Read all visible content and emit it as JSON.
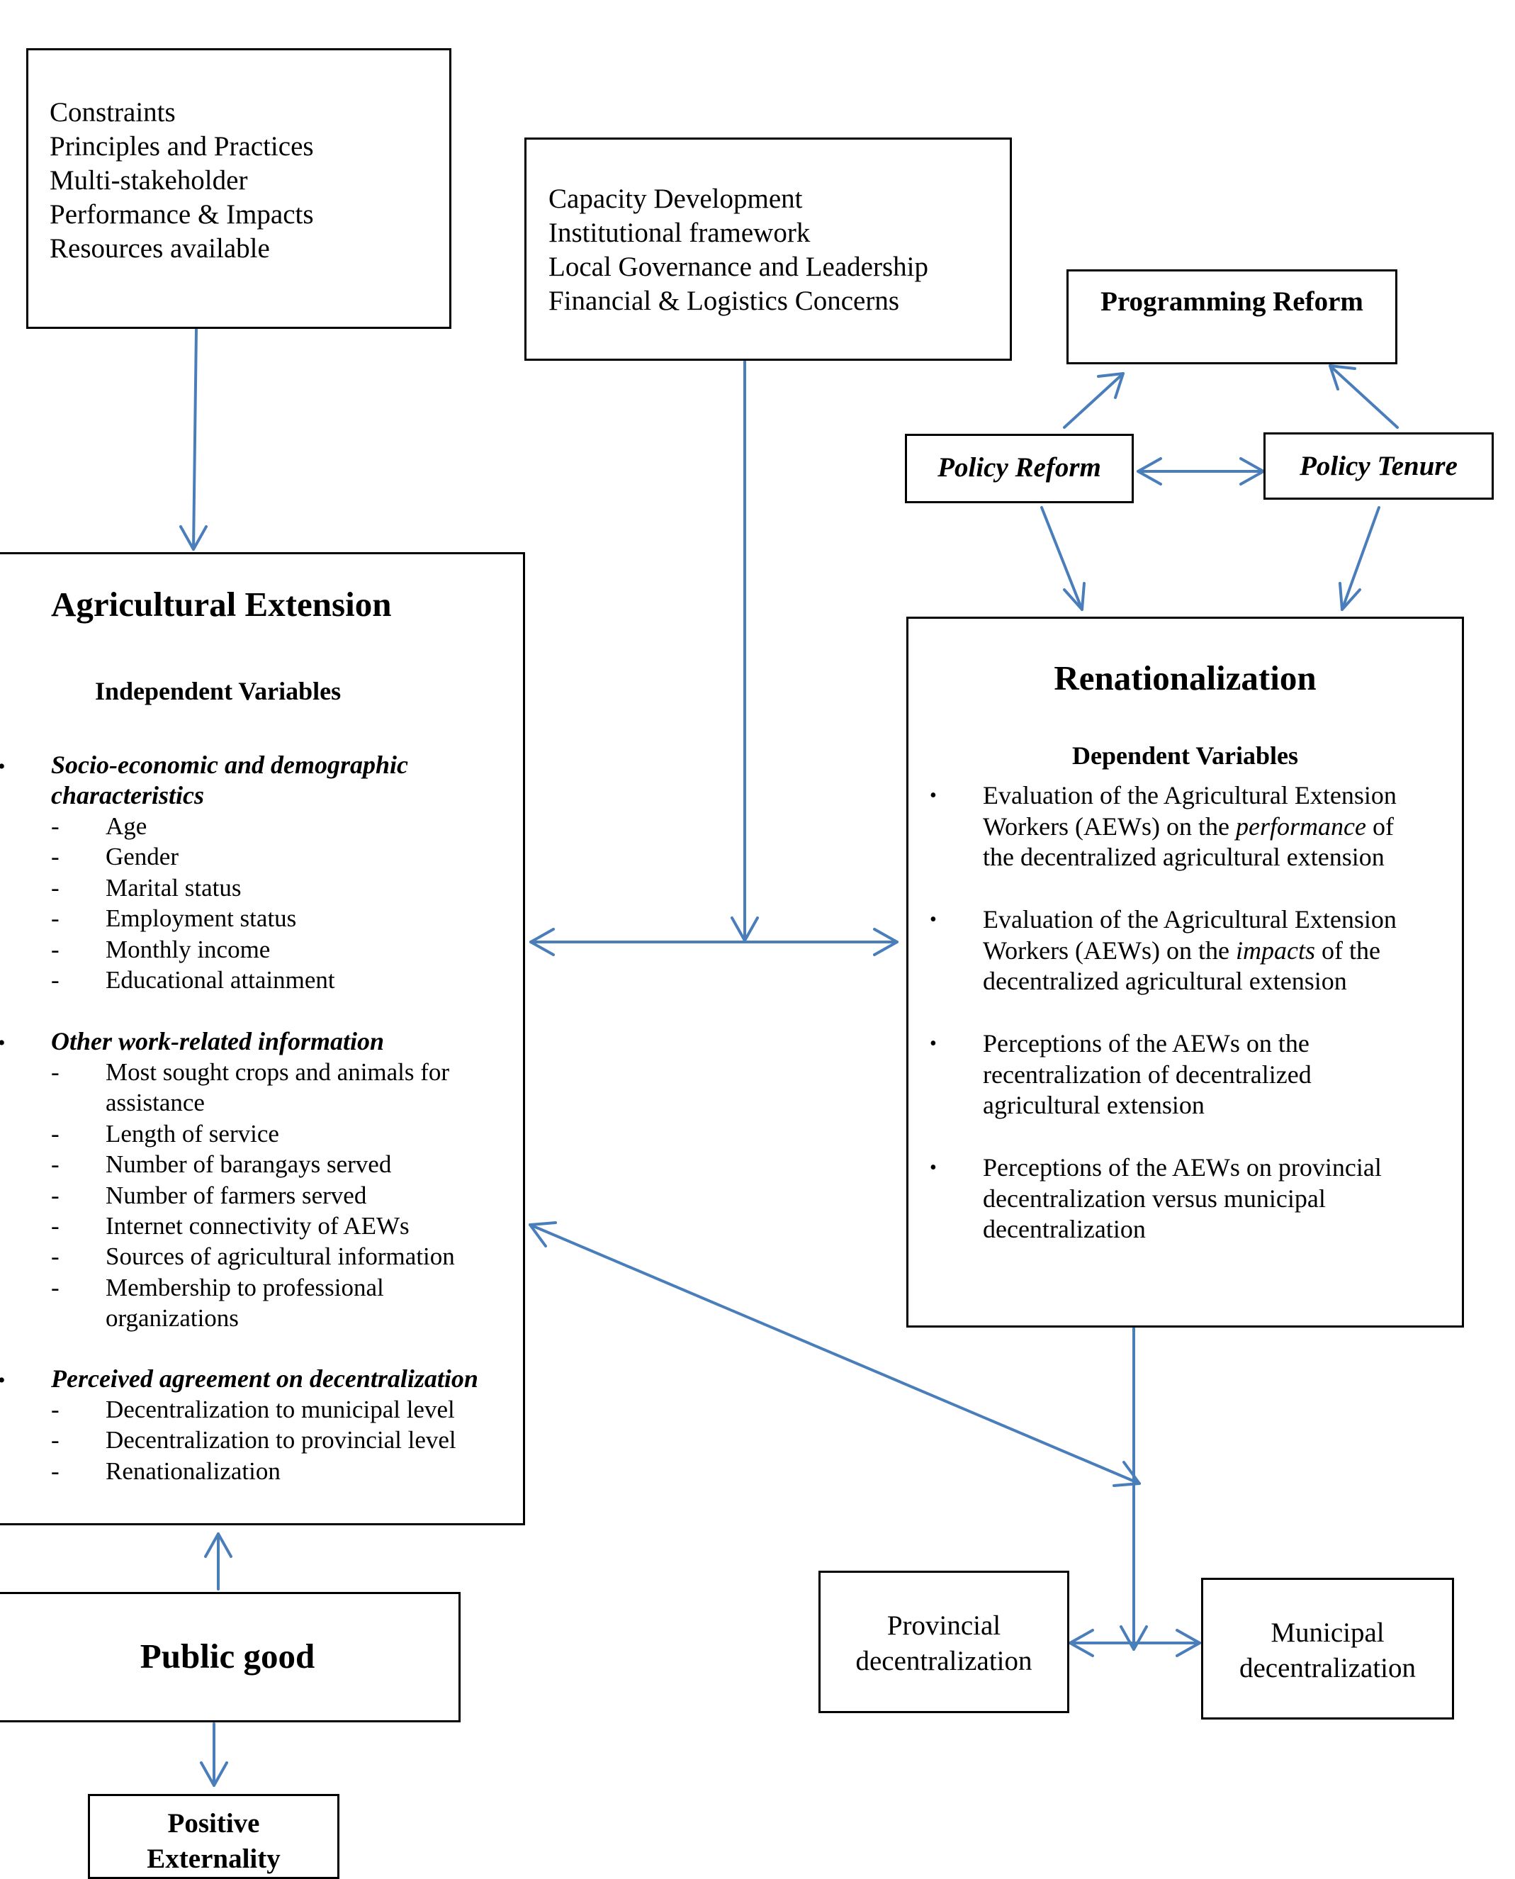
{
  "constraints_box": {
    "lines": [
      "Constraints",
      "Principles and Practices",
      "Multi-stakeholder",
      "Performance & Impacts",
      "Resources available"
    ]
  },
  "capacity_box": {
    "lines": [
      "Capacity Development",
      "Institutional framework",
      "Local Governance and Leadership",
      "Financial & Logistics Concerns"
    ]
  },
  "programming_reform": "Programming Reform",
  "policy_reform": "Policy Reform",
  "policy_tenure": "Policy Tenure",
  "agricultural_extension": {
    "title": "Agricultural Extension",
    "subtitle": "Independent Variables",
    "bullet_symbol": "•",
    "dash_symbol": "-",
    "groups": [
      {
        "heading_lines": [
          "Socio-economic and demographic",
          "characteristics"
        ],
        "items": [
          "Age",
          "Gender",
          "Marital status",
          "Employment status",
          "Monthly income",
          "Educational attainment"
        ]
      },
      {
        "heading_lines": [
          "Other work-related information"
        ],
        "items": [
          "Most sought crops and animals for",
          "assistance",
          "Length of service",
          "Number of barangays served",
          "Number of farmers served",
          "Internet connectivity of AEWs",
          "Sources of agricultural information",
          "Membership to professional",
          "organizations"
        ]
      },
      {
        "heading_lines": [
          "Perceived agreement on decentralization"
        ],
        "items": [
          "Decentralization to municipal level",
          "Decentralization to provincial level",
          "Renationalization"
        ]
      }
    ]
  },
  "renationalization": {
    "title": "Renationalization",
    "subtitle": "Dependent Variables",
    "items": [
      [
        "Evaluation of the Agricultural Extension",
        "Workers (AEWs) on the ",
        "performance",
        " of",
        "the decentralized agricultural extension"
      ],
      [
        "Evaluation of the Agricultural Extension",
        "Workers (AEWs) on the ",
        "impacts",
        " of the",
        "decentralized agricultural extension"
      ],
      [
        "Perceptions of the AEWs on the",
        "recentralization of decentralized",
        "agricultural extension"
      ],
      [
        "Perceptions of the AEWs on provincial",
        "decentralization versus municipal",
        "decentralization"
      ]
    ]
  },
  "provincial": [
    "Provincial",
    "decentralization"
  ],
  "municipal": [
    "Municipal",
    "decentralization"
  ],
  "public_good": "Public good",
  "positive_externality": [
    "Positive",
    "Externality"
  ],
  "colors": {
    "arrow": "#4a7ebb",
    "border": "#000000"
  }
}
